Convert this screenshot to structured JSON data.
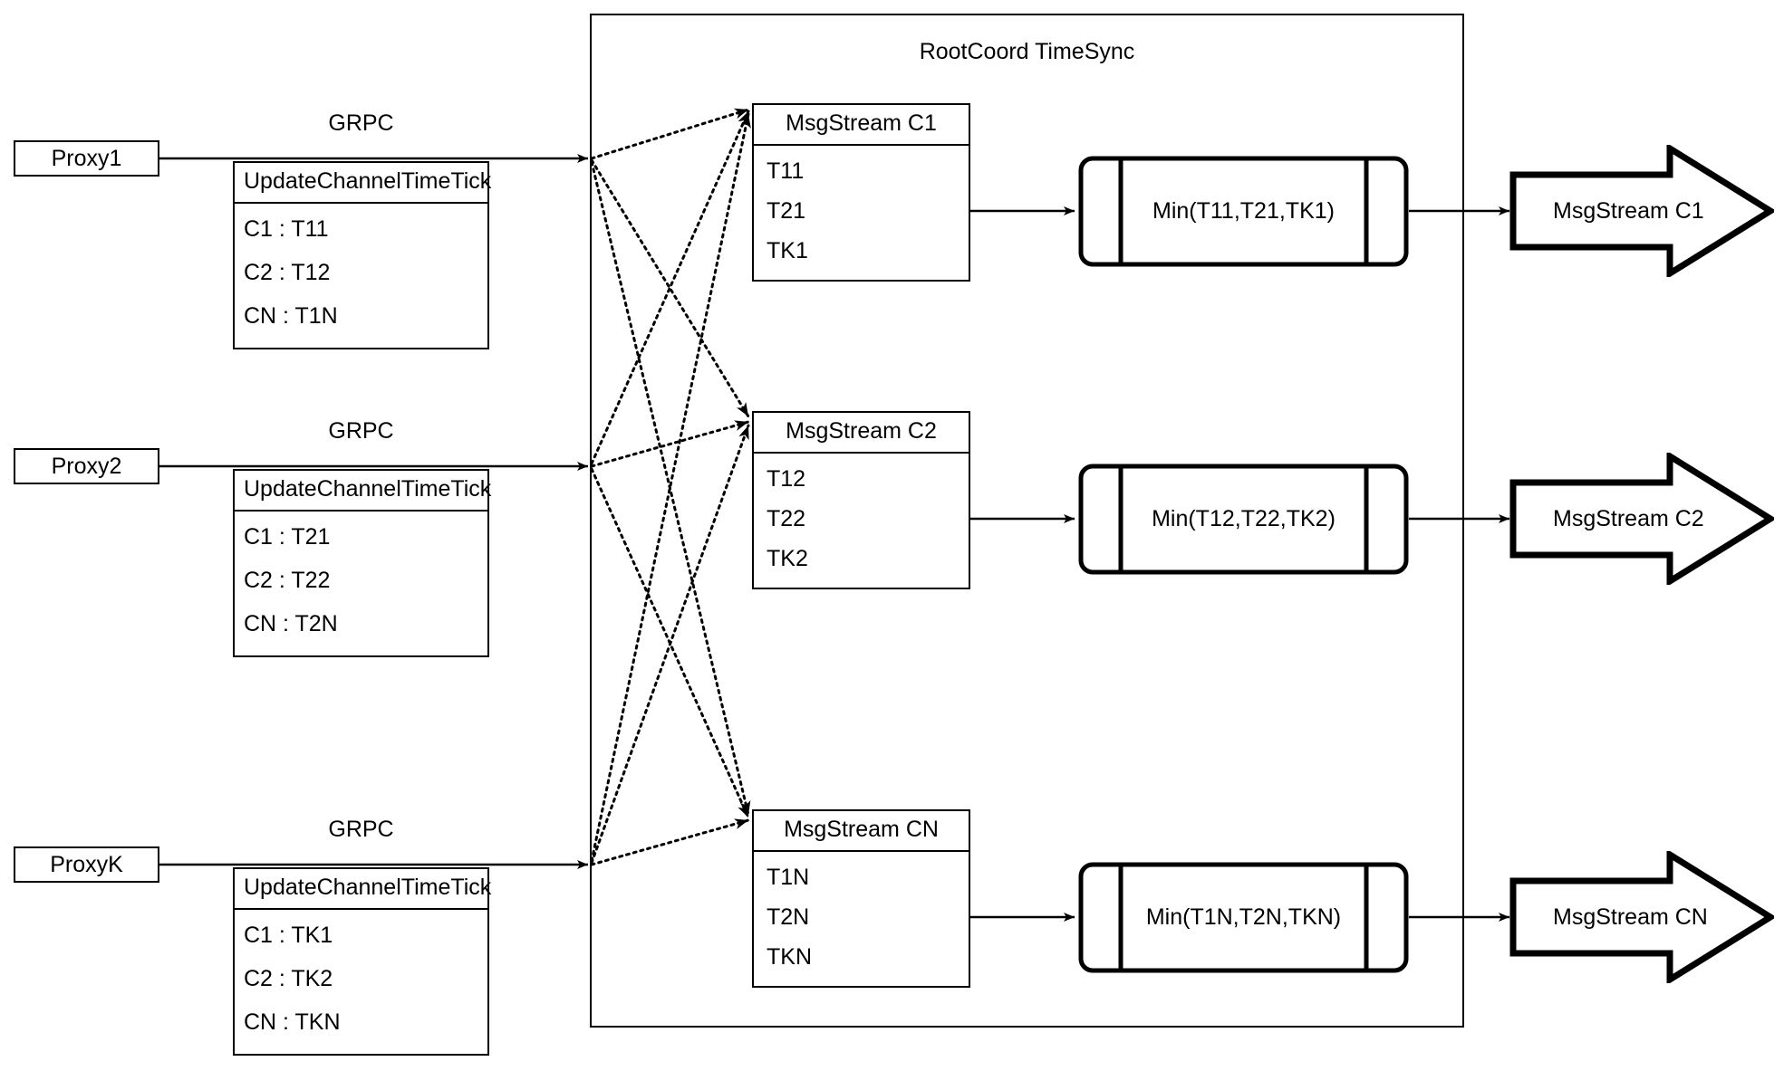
{
  "diagram": {
    "title": "RootCoord TimeSync",
    "container_label": "RootCoord TimeSync"
  },
  "rows": [
    {
      "proxy": "Proxy1",
      "link_label": "GRPC",
      "tick": {
        "header": "UpdateChannelTimeTick",
        "entries": [
          "C1 :  T11",
          "C2 :  T12",
          "CN : T1N"
        ]
      }
    },
    {
      "proxy": "Proxy2",
      "link_label": "GRPC",
      "tick": {
        "header": "UpdateChannelTimeTick",
        "entries": [
          "C1 :  T21",
          "C2 :  T22",
          "CN : T2N"
        ]
      }
    },
    {
      "proxy": "ProxyK",
      "link_label": "GRPC",
      "tick": {
        "header": "UpdateChannelTimeTick",
        "entries": [
          "C1 :  TK1",
          "C2 :  TK2",
          "CN : TKN"
        ]
      }
    }
  ],
  "channels": [
    {
      "msgstream": {
        "header": "MsgStream C1",
        "entries": [
          "T11",
          "T21",
          "TK1"
        ]
      },
      "min": "Min(T11,T21,TK1)",
      "output": "MsgStream C1"
    },
    {
      "msgstream": {
        "header": "MsgStream C2",
        "entries": [
          "T12",
          "T22",
          "TK2"
        ]
      },
      "min": "Min(T12,T22,TK2)",
      "output": "MsgStream C2"
    },
    {
      "msgstream": {
        "header": "MsgStream CN",
        "entries": [
          "T1N",
          "T2N",
          "TKN"
        ]
      },
      "min": "Min(T1N,T2N,TKN)",
      "output": "MsgStream CN"
    }
  ],
  "colors": {
    "stroke": "#000000",
    "background": "#ffffff"
  }
}
